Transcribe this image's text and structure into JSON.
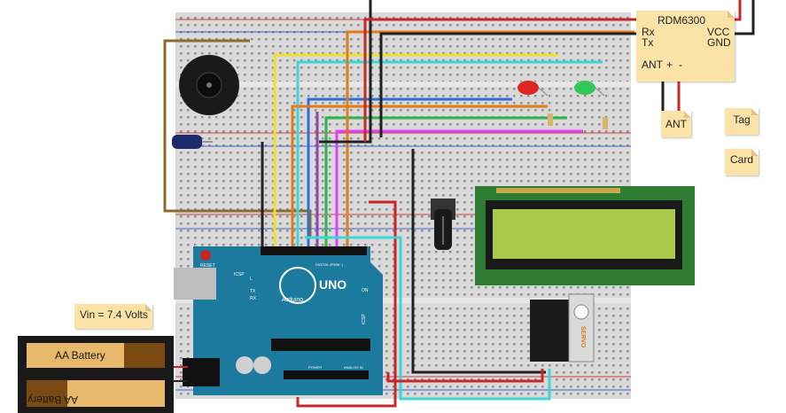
{
  "rdm6300": {
    "title": "RDM6300",
    "rx": "Rx",
    "tx": "Tx",
    "vcc": "VCC",
    "gnd": "GND",
    "ant": "ANT",
    "plus": "+",
    "minus": "-"
  },
  "notes": {
    "ant": "ANT",
    "tag": "Tag",
    "card": "Card",
    "vin": "Vin = 7.4 Volts"
  },
  "battery": {
    "top_label": "AA Battery",
    "bottom_label": "AA Battery"
  },
  "arduino": {
    "logo": "UNO",
    "brand": "Arduino",
    "reset": "RESET",
    "icsp": "ICSP",
    "digital": "DIGITAL (PWM~)",
    "power": "POWER",
    "analog": "ANALOG IN",
    "on": "ON",
    "l": "L",
    "tx": "TX",
    "rx": "RX",
    "icsp2": "ICSP"
  },
  "servo_label": "SERVO",
  "colors": {
    "breadboard": "#d9d9d9",
    "arduino": "#1b7a9e",
    "lcd_board": "#2e7d32",
    "lcd_screen": "#a9c94a",
    "note": "#fbe3a7",
    "wire_red": "#c62828",
    "wire_black": "#212121",
    "wire_orange": "#e07b1a",
    "wire_yellow": "#f2e12b",
    "wire_cyan": "#3fd6d6",
    "wire_blue": "#2d6fd8",
    "wire_green": "#2fb34a",
    "wire_purple": "#8e44ad",
    "wire_magenta": "#e040fb",
    "wire_brown": "#8b6b2e"
  }
}
